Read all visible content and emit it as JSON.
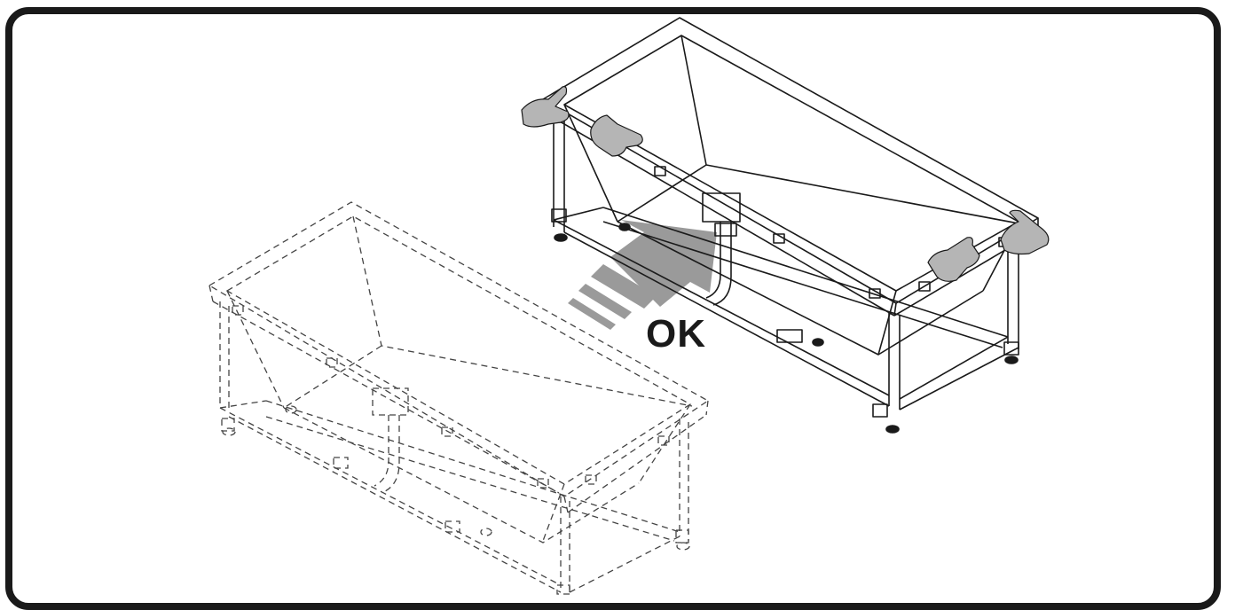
{
  "figure": {
    "label": "OK",
    "colors": {
      "frame": "#1a1a1a",
      "line": "#1a1a1a",
      "ghost": "#444444",
      "arrow": "#9a9a9a",
      "hand": "#b5b5b5"
    },
    "icons": [
      "bathtub-dashed",
      "bathtub-installed",
      "direction-arrow",
      "hand-icon"
    ]
  }
}
